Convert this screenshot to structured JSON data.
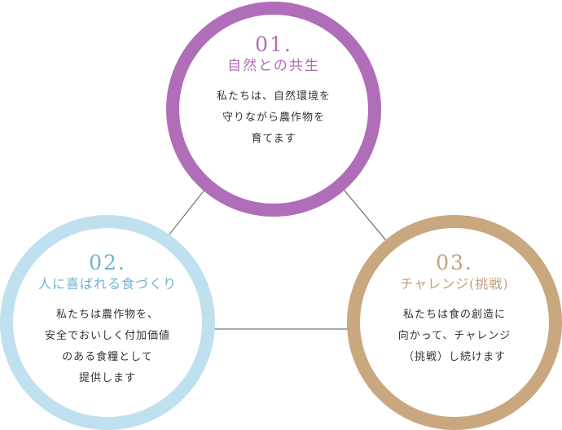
{
  "colors": {
    "purple": "#b06db8",
    "light_blue": "#bfe1ef",
    "tan": "#c9a77f",
    "connector": "#555555"
  },
  "circles": [
    {
      "number": "01.",
      "title": "自然との共生",
      "lines": [
        "私たちは、自然環境を",
        "守りながら農作物を",
        "育てます"
      ]
    },
    {
      "number": "02.",
      "title": "人に喜ばれる食づくり",
      "lines": [
        "私たちは農作物を、",
        "安全でおいしく付加価値",
        "のある食糧として",
        "提供します"
      ]
    },
    {
      "number": "03.",
      "title": "チャレンジ(挑戦)",
      "lines": [
        "私たちは食の創造に",
        "向かって、チャレンジ",
        "（挑戦）し続けます"
      ]
    }
  ]
}
